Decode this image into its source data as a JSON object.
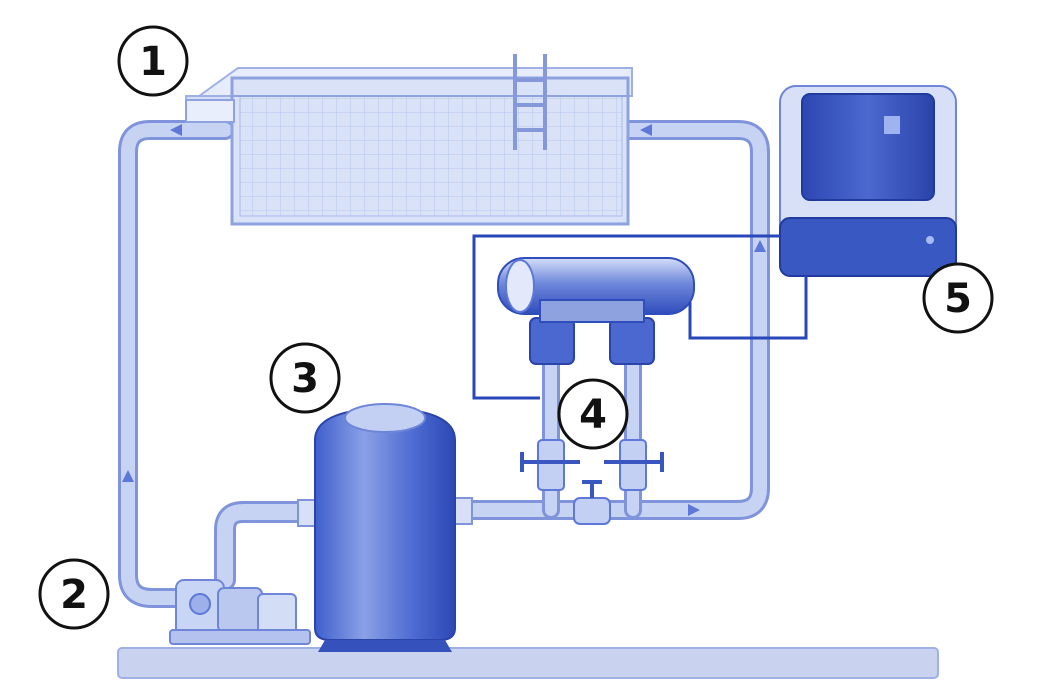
{
  "diagram": {
    "callouts": [
      {
        "id": "pool",
        "label": "1"
      },
      {
        "id": "pump",
        "label": "2"
      },
      {
        "id": "filter",
        "label": "3"
      },
      {
        "id": "cell",
        "label": "4"
      },
      {
        "id": "controller",
        "label": "5"
      }
    ],
    "colors": {
      "pipe": "#c7d3f2",
      "pipe_outline": "#7f94da",
      "device_dark": "#2e4fbf",
      "device_mid": "#5574d6",
      "device_light": "#b9c8f1",
      "cable": "#2847b8",
      "ground": "#c9d3ef",
      "water": "#d9e2f7"
    }
  }
}
